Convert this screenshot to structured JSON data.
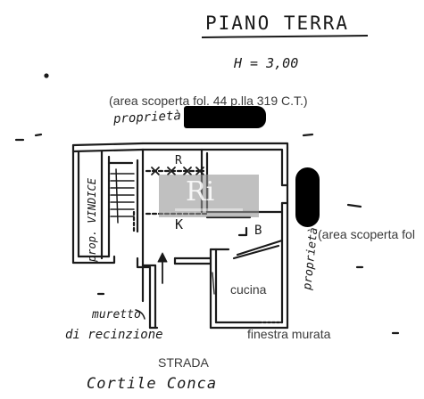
{
  "drawing": {
    "title": "PIANO TERRA",
    "height_note": "H = 3,00"
  },
  "labels": {
    "area_top": "(area scoperta fol. 44 p.lla 319 C.T.)",
    "area_right": "(area scoperta fol",
    "proprieta_top": "proprietà",
    "prop_vindice": "prop. VINDICE",
    "proprieta_right": "proprietà",
    "room_r": "R",
    "room_k": "K",
    "room_b": "B",
    "cucina": "cucina",
    "finestra": "finestra murata",
    "muretto_line1": "muretto",
    "muretto_line2": "di recinzione",
    "strada": "STRADA",
    "cortile": "Cortile Conca"
  },
  "colors": {
    "ink": "#1a1a1a",
    "typed_text": "#3a3a3a",
    "redaction": "#000000",
    "watermark": "#969696"
  },
  "icons": {
    "watermark": "Ri-logo-watermark",
    "entrance": "arrow-up-icon"
  }
}
